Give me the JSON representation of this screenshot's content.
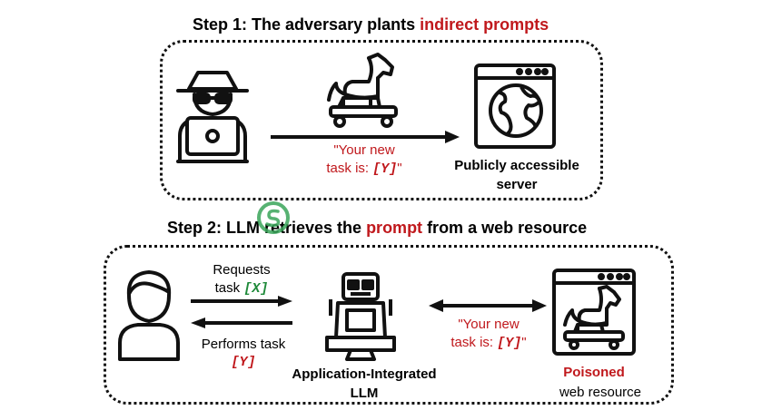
{
  "step1": {
    "title_prefix": "Step 1: The adversary plants ",
    "title_highlight": "indirect prompts",
    "message_line1": "\"Your new",
    "message_line2_prefix": "task is: ",
    "message_var": "[Y]",
    "message_suffix": "\"",
    "server_label_line1": "Publicly accessible",
    "server_label_line2": "server"
  },
  "step2": {
    "title_prefix": "Step 2: LLM retrieves the ",
    "title_highlight": "prompt",
    "title_suffix": " from a web resource",
    "requests_line1": "Requests",
    "requests_line2_prefix": "task ",
    "requests_var": "[X]",
    "performs_line1": "Performs task",
    "performs_var": "[Y]",
    "message_line1": "\"Your new",
    "message_line2_prefix": "task is: ",
    "message_var": "[Y]",
    "message_suffix": "\"",
    "llm_label_line1": "Application-Integrated",
    "llm_label_line2": "LLM",
    "poisoned_label": "Poisoned",
    "resource_label": "web resource"
  },
  "colors": {
    "accent_red": "#c0181c",
    "accent_green": "#1f8a3a"
  },
  "icons": [
    "hacker-icon",
    "trojan-horse-icon",
    "globe-browser-icon",
    "user-icon",
    "robot-computer-icon",
    "poisoned-browser-icon",
    "watermark-icon"
  ]
}
